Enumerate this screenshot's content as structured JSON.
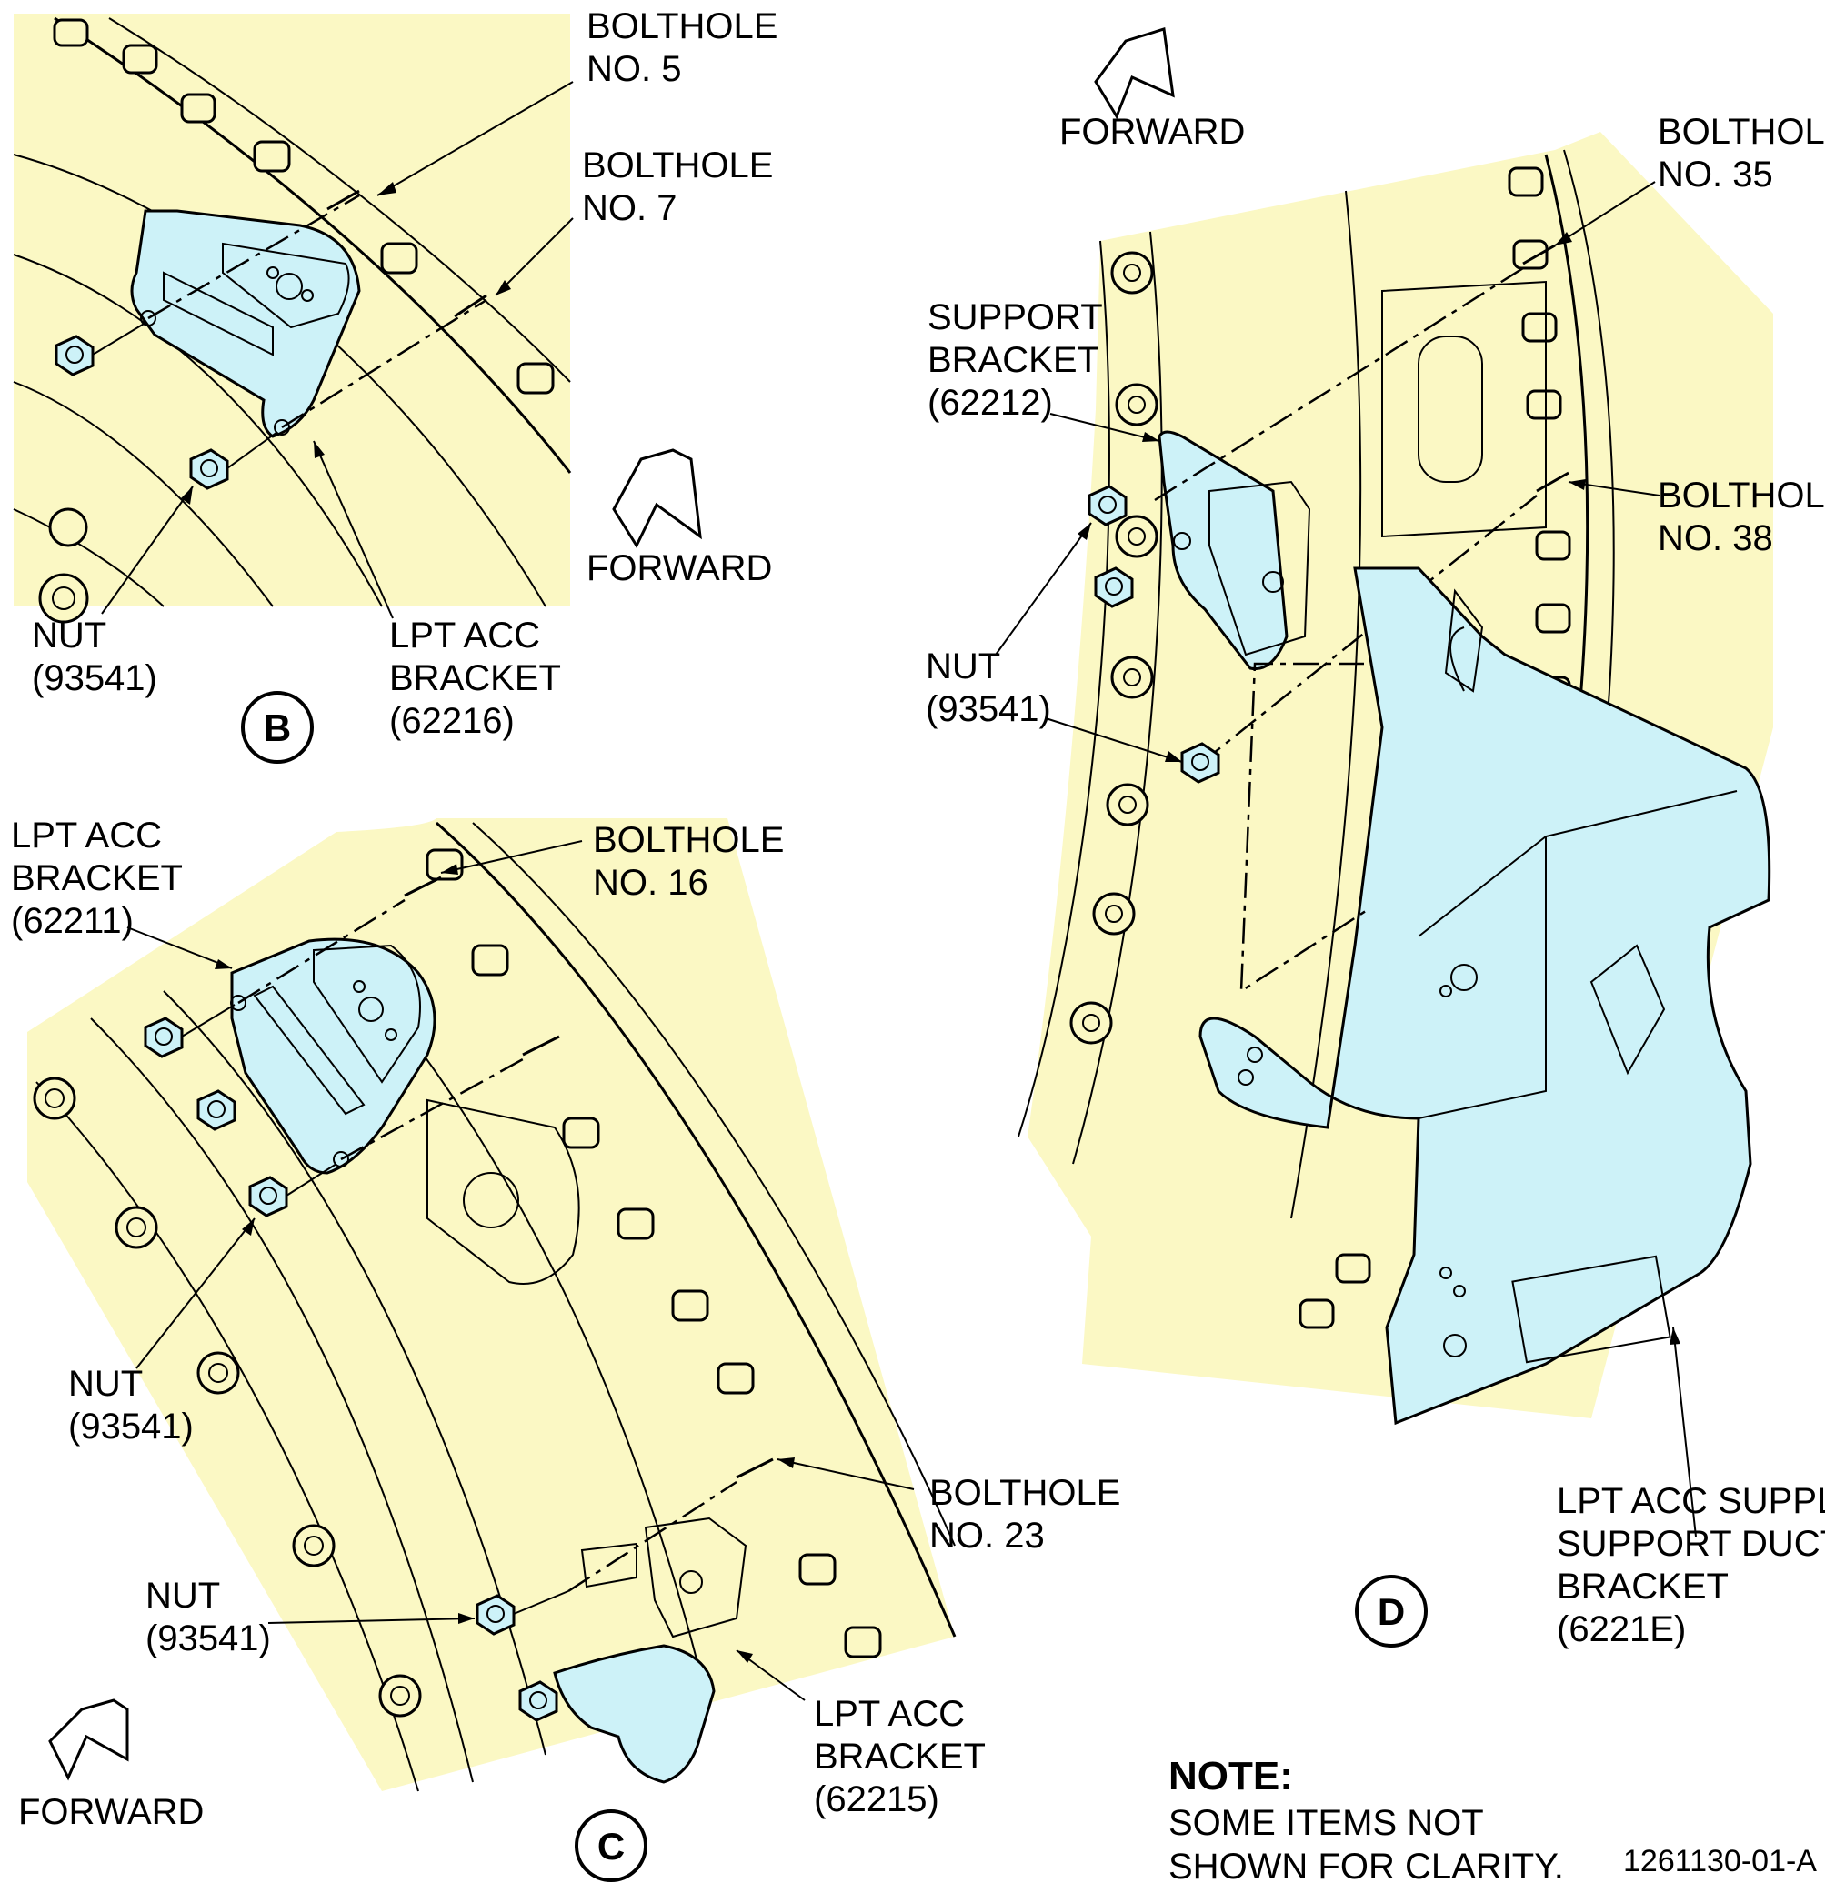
{
  "view_b": {
    "letter": "B",
    "forward": "FORWARD",
    "bolthole_a": [
      "BOLTHOLE",
      "NO. 5"
    ],
    "bolthole_b": [
      "BOLTHOLE",
      "NO. 7"
    ],
    "nut": [
      "NUT",
      "(93541)"
    ],
    "bracket": [
      "LPT ACC",
      "BRACKET",
      "(62216)"
    ]
  },
  "view_c": {
    "letter": "C",
    "forward": "FORWARD",
    "bracket_top": [
      "LPT ACC",
      "BRACKET",
      "(62211)"
    ],
    "bolthole_a": [
      "BOLTHOLE",
      "NO. 16"
    ],
    "nut_a": [
      "NUT",
      "(93541)"
    ],
    "bolthole_b": [
      "BOLTHOLE",
      "NO. 23"
    ],
    "nut_b": [
      "NUT",
      "(93541)"
    ],
    "bracket_bottom": [
      "LPT ACC",
      "BRACKET",
      "(62215)"
    ]
  },
  "view_d": {
    "letter": "D",
    "forward": "FORWARD",
    "bolthole_a": [
      "BOLTHOLE",
      "NO. 35"
    ],
    "support_bracket": [
      "SUPPORT",
      "BRACKET",
      "(62212)"
    ],
    "bolthole_b": [
      "BOLTHOLE",
      "NO. 38"
    ],
    "nut": [
      "NUT",
      "(93541)"
    ],
    "duct_bracket": [
      "LPT ACC SUPPLY",
      "SUPPORT DUCT",
      "BRACKET",
      "(6221E)"
    ]
  },
  "note": {
    "heading": "NOTE:",
    "lines": [
      "SOME ITEMS NOT",
      "SHOWN FOR CLARITY."
    ]
  },
  "figure_id": "1261130-01-A",
  "colors": {
    "background_part": "#fbf8c4",
    "highlight_part": "#cdf2f8",
    "line": "#000000"
  }
}
